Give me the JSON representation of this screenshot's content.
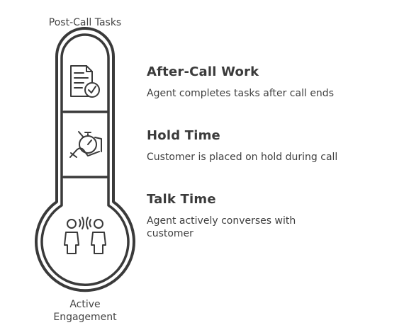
{
  "top_label": "Post-Call Tasks",
  "bottom_label": [
    "Active",
    "Engagement"
  ],
  "sections": [
    {
      "title": "After-Call Work",
      "description": "Agent completes tasks after call ends",
      "icon": "checklist-document-icon"
    },
    {
      "title": "Hold Time",
      "description": "Customer is placed on hold during call",
      "icon": "hand-holding-stopwatch-icon"
    },
    {
      "title": "Talk Time",
      "description": "Agent actively converses with customer",
      "icon": "two-people-talking-icon"
    }
  ]
}
